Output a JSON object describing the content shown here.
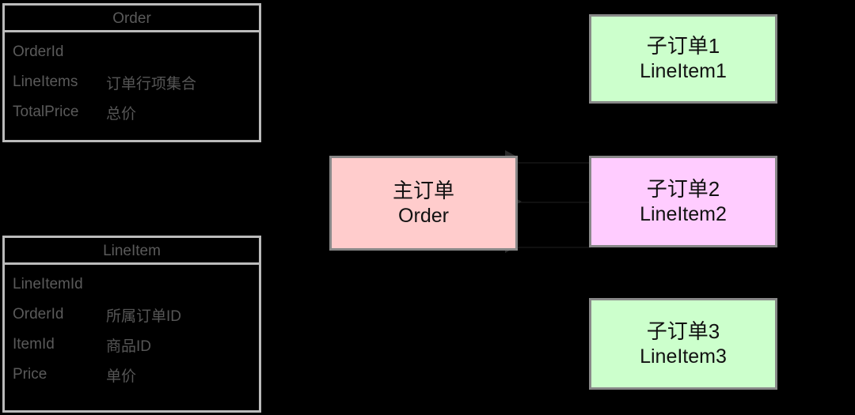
{
  "diagram": {
    "background_color": "#000000",
    "tables": [
      {
        "id": "order",
        "title": "Order",
        "rows": [
          {
            "name": "OrderId",
            "desc": ""
          },
          {
            "name": "LineItems",
            "desc": "订单行项集合"
          },
          {
            "name": "TotalPrice",
            "desc": "总价"
          }
        ]
      },
      {
        "id": "lineitem",
        "title": "LineItem",
        "rows": [
          {
            "name": "LineItemId",
            "desc": ""
          },
          {
            "name": "OrderId",
            "desc": "所属订单ID"
          },
          {
            "name": "ItemId",
            "desc": "商品ID"
          },
          {
            "name": "Price",
            "desc": "单价"
          }
        ]
      }
    ],
    "nodes": [
      {
        "id": "order",
        "cn": "主订单",
        "en": "Order",
        "color": "#ffcccc"
      },
      {
        "id": "lineitem1",
        "cn": "子订单1",
        "en": "LineItem1",
        "color": "#ccffcc"
      },
      {
        "id": "lineitem2",
        "cn": "子订单2",
        "en": "LineItem2",
        "color": "#ffccff"
      },
      {
        "id": "lineitem3",
        "cn": "子订单3",
        "en": "LineItem3",
        "color": "#ccffcc"
      }
    ],
    "edges": [
      {
        "from": "order",
        "to": "lineitem1",
        "label": ""
      },
      {
        "from": "order",
        "to": "lineitem2",
        "label": ""
      },
      {
        "from": "order",
        "to": "lineitem3",
        "label": ""
      }
    ],
    "colors": {
      "table_border": "#bbbbbb",
      "table_fill": "#000000",
      "table_text": "#5a5a5a",
      "node_border": "#888888",
      "node_text": "#111111"
    }
  }
}
